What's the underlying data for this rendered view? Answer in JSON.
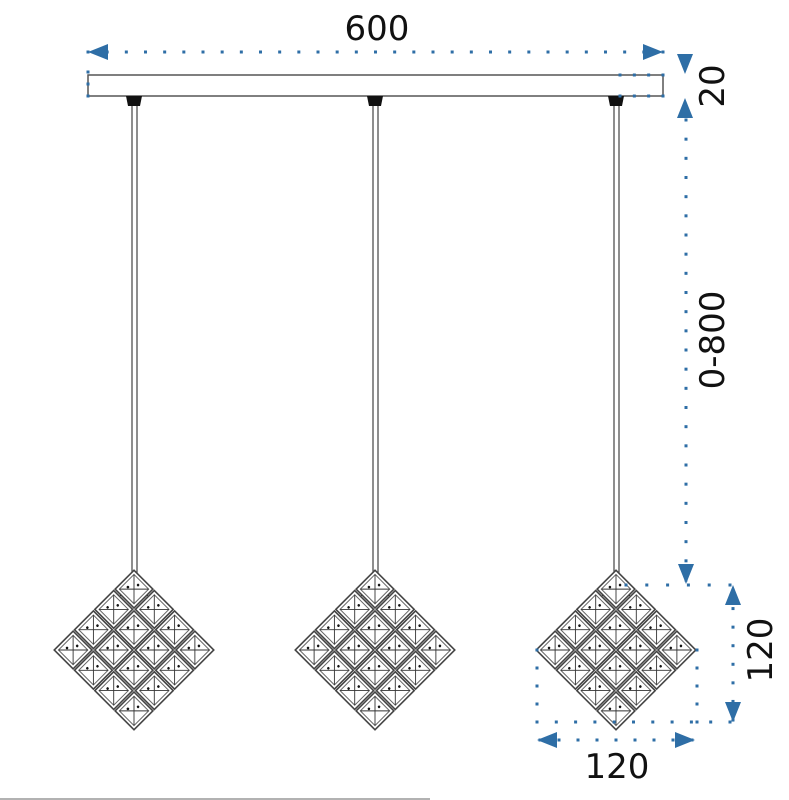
{
  "dimensions": {
    "width_label": "600",
    "bar_height_label": "20",
    "drop_label": "0-800",
    "shade_height_label": "120",
    "shade_width_label": "120"
  },
  "pendants": [
    {
      "name": "pendant-left"
    },
    {
      "name": "pendant-center"
    },
    {
      "name": "pendant-right"
    }
  ],
  "colors": {
    "dimension": "#2e6ea6",
    "line": "#333333",
    "text": "#111111"
  }
}
